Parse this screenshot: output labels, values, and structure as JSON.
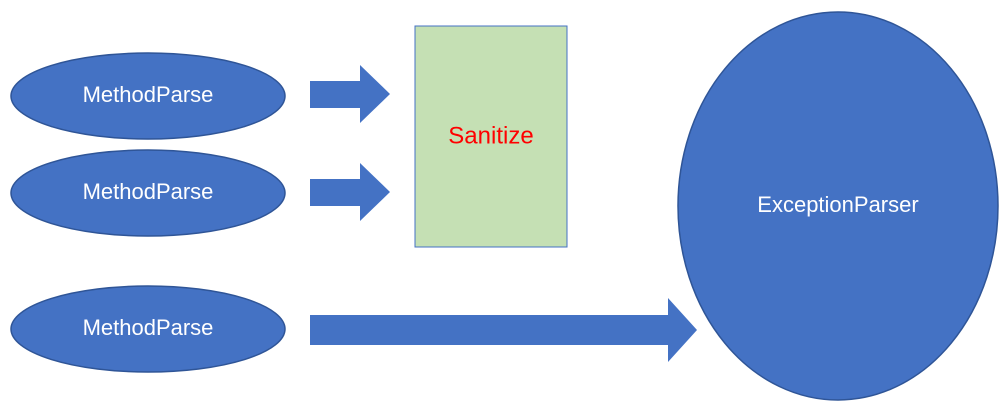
{
  "colors": {
    "node_fill": "#4472c4",
    "node_stroke": "#2f5597",
    "node_text": "#ffffff",
    "sanitize_fill": "#c5e0b4",
    "sanitize_stroke": "#4472c4",
    "sanitize_text": "#ff0000",
    "arrow_fill": "#4472c4"
  },
  "nodes": {
    "method_parse_1": "MethodParse",
    "method_parse_2": "MethodParse",
    "method_parse_3": "MethodParse",
    "sanitize": "Sanitize",
    "exception_parser": "ExceptionParser"
  }
}
